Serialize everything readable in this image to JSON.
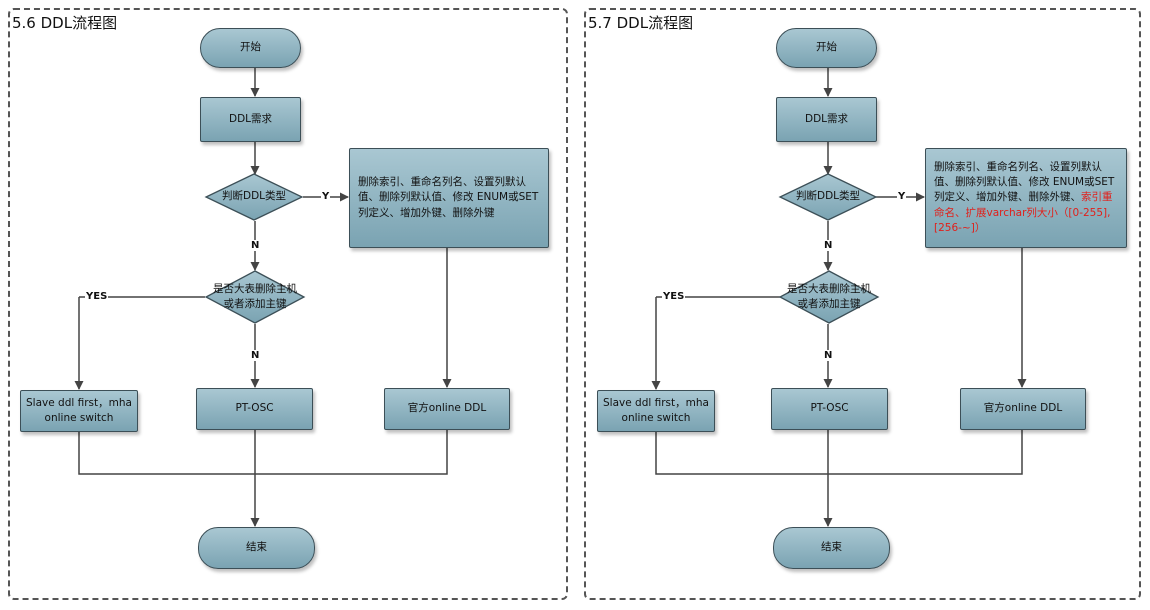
{
  "panels": [
    {
      "title": "5.6 DDL流程图",
      "start": "开始",
      "ddl_req": "DDL需求",
      "judge_type": "判断DDL类型",
      "big_table": "是否大表删除主机或者添加主键",
      "ops_text": "删除索引、重命名列名、设置列默认值、删除列默认值、修改 ENUM或SET列定义、增加外键、删除外键",
      "ops_text_red": "",
      "slave": "Slave ddl first，mha online switch",
      "ptosc": "PT-OSC",
      "online_ddl": "官方online DDL",
      "end": "结束",
      "label_y": "Y",
      "label_n1": "N",
      "label_yes": "YES",
      "label_n2": "N"
    },
    {
      "title": "5.7 DDL流程图",
      "start": "开始",
      "ddl_req": "DDL需求",
      "judge_type": "判断DDL类型",
      "big_table": "是否大表删除主机或者添加主键",
      "ops_text": "删除索引、重命名列名、设置列默认值、删除列默认值、修改 ENUM或SET列定义、增加外键、删除外键、",
      "ops_text_red": "索引重命名、扩展varchar列大小（[0-255],[256-~]）",
      "slave": "Slave ddl first，mha online switch",
      "ptosc": "PT-OSC",
      "online_ddl": "官方online DDL",
      "end": "结束",
      "label_y": "Y",
      "label_n1": "N",
      "label_yes": "YES",
      "label_n2": "N"
    }
  ],
  "colors": {
    "node_fill_top": "#a9c7d2",
    "node_fill_bottom": "#7aa3b2",
    "line": "#444444",
    "highlight_text": "#e0201b"
  }
}
